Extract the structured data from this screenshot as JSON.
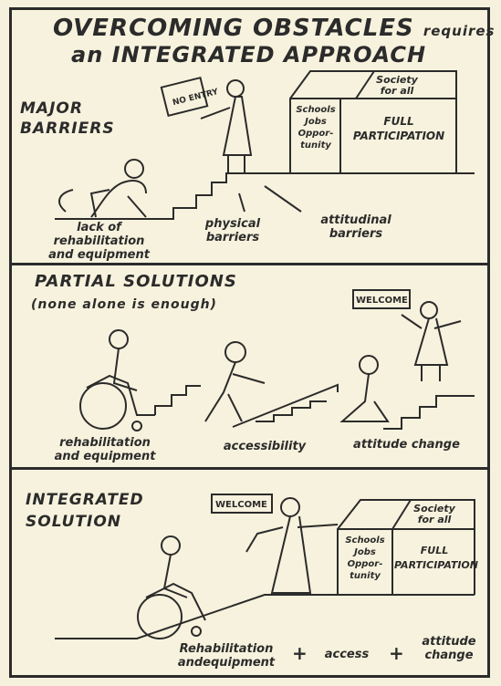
{
  "title": {
    "line1": "OVERCOMING OBSTACLES",
    "line1_small": "requires",
    "line2": "an INTEGRATED APPROACH"
  },
  "section1": {
    "heading_line1": "MAJOR",
    "heading_line2": "BARRIERS",
    "sign": "NO ENTRY",
    "house": {
      "roof_line1": "Society",
      "roof_line2": "for all",
      "left_col": [
        "Schools",
        "Jobs",
        "Oppor-",
        "tunity"
      ],
      "right_line1": "FULL",
      "right_line2": "PARTICIPATION"
    },
    "labels": [
      {
        "line1": "lack of rehabilitation",
        "line2": "and equipment"
      },
      {
        "line1": "physical",
        "line2": "barriers"
      },
      {
        "line1": "attitudinal",
        "line2": "barriers"
      }
    ]
  },
  "section2": {
    "heading_line1": "PARTIAL SOLUTIONS",
    "heading_line2": "(none alone is enough)",
    "sign": "WELCOME",
    "labels": [
      {
        "line1": "rehabilitation",
        "line2": "and equipment"
      },
      {
        "line1": "accessibility",
        "line2": ""
      },
      {
        "line1": "attitude change",
        "line2": ""
      }
    ]
  },
  "section3": {
    "heading_line1": "INTEGRATED",
    "heading_line2": "SOLUTION",
    "sign": "WELCOME",
    "house": {
      "roof_line1": "Society",
      "roof_line2": "for all",
      "left_col": [
        "Schools",
        "Jobs",
        "Oppor-",
        "tunity"
      ],
      "right_line1": "FULL",
      "right_line2": "PARTICIPATION"
    },
    "formula": {
      "part1_line1": "Rehabilitation",
      "part1_line2": "andequipment",
      "plus1": "+",
      "part2": "access",
      "plus2": "+",
      "part3_line1": "attitude",
      "part3_line2": "change"
    }
  }
}
